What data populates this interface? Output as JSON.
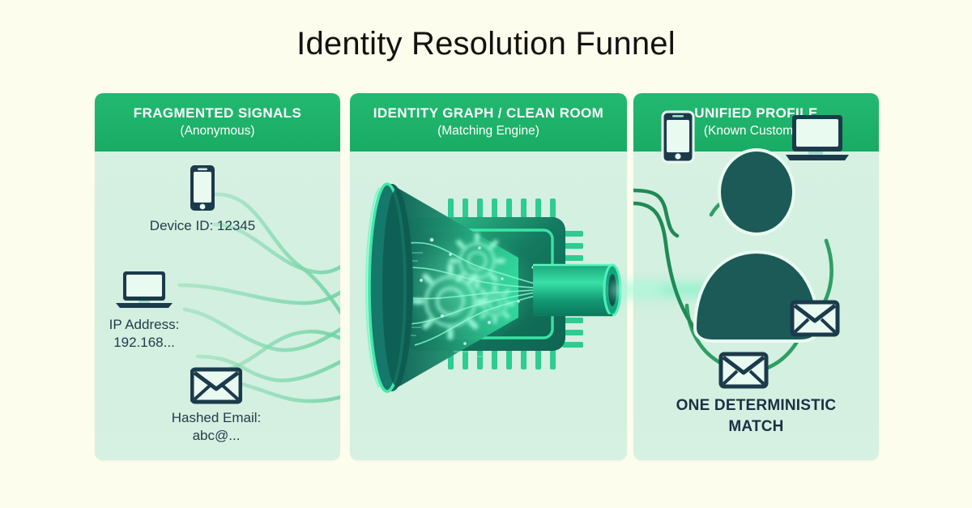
{
  "page": {
    "title": "Identity Resolution Funnel",
    "background_color": "#fdfdee",
    "accent_green": "#19ab63",
    "panel_bg": "#d5f0e1",
    "icon_navy": "#1b3a4b",
    "funnel_teal": "#0f6b5c",
    "glow_green": "#2ff0a6"
  },
  "panels": [
    {
      "id": "fragmented-signals",
      "heading": "FRAGMENTED SIGNALS",
      "subheading": "(Anonymous)",
      "signals": [
        {
          "icon": "smartphone-icon",
          "label_line1": "Device ID: 12345",
          "label_line2": ""
        },
        {
          "icon": "laptop-icon",
          "label_line1": "IP Address:",
          "label_line2": "192.168..."
        },
        {
          "icon": "envelope-icon",
          "label_line1": "Hashed Email:",
          "label_line2": "abc@..."
        }
      ]
    },
    {
      "id": "identity-graph-clean-room",
      "heading": "IDENTITY GRAPH / CLEAN ROOM",
      "subheading": "(Matching Engine)",
      "graphic": "funnel-chip-gears-illustration",
      "inbound_arrows": 5,
      "gears": 3
    },
    {
      "id": "unified-profile",
      "heading": "UNIFIED PROFILE",
      "subheading": "(Known Customer)",
      "center_icon": "person-silhouette-icon",
      "orbit_icons": [
        "smartphone-icon",
        "laptop-icon",
        "envelope-icon",
        "envelope-icon"
      ],
      "result_label_line1": "ONE DETERMINISTIC",
      "result_label_line2": "MATCH"
    }
  ]
}
